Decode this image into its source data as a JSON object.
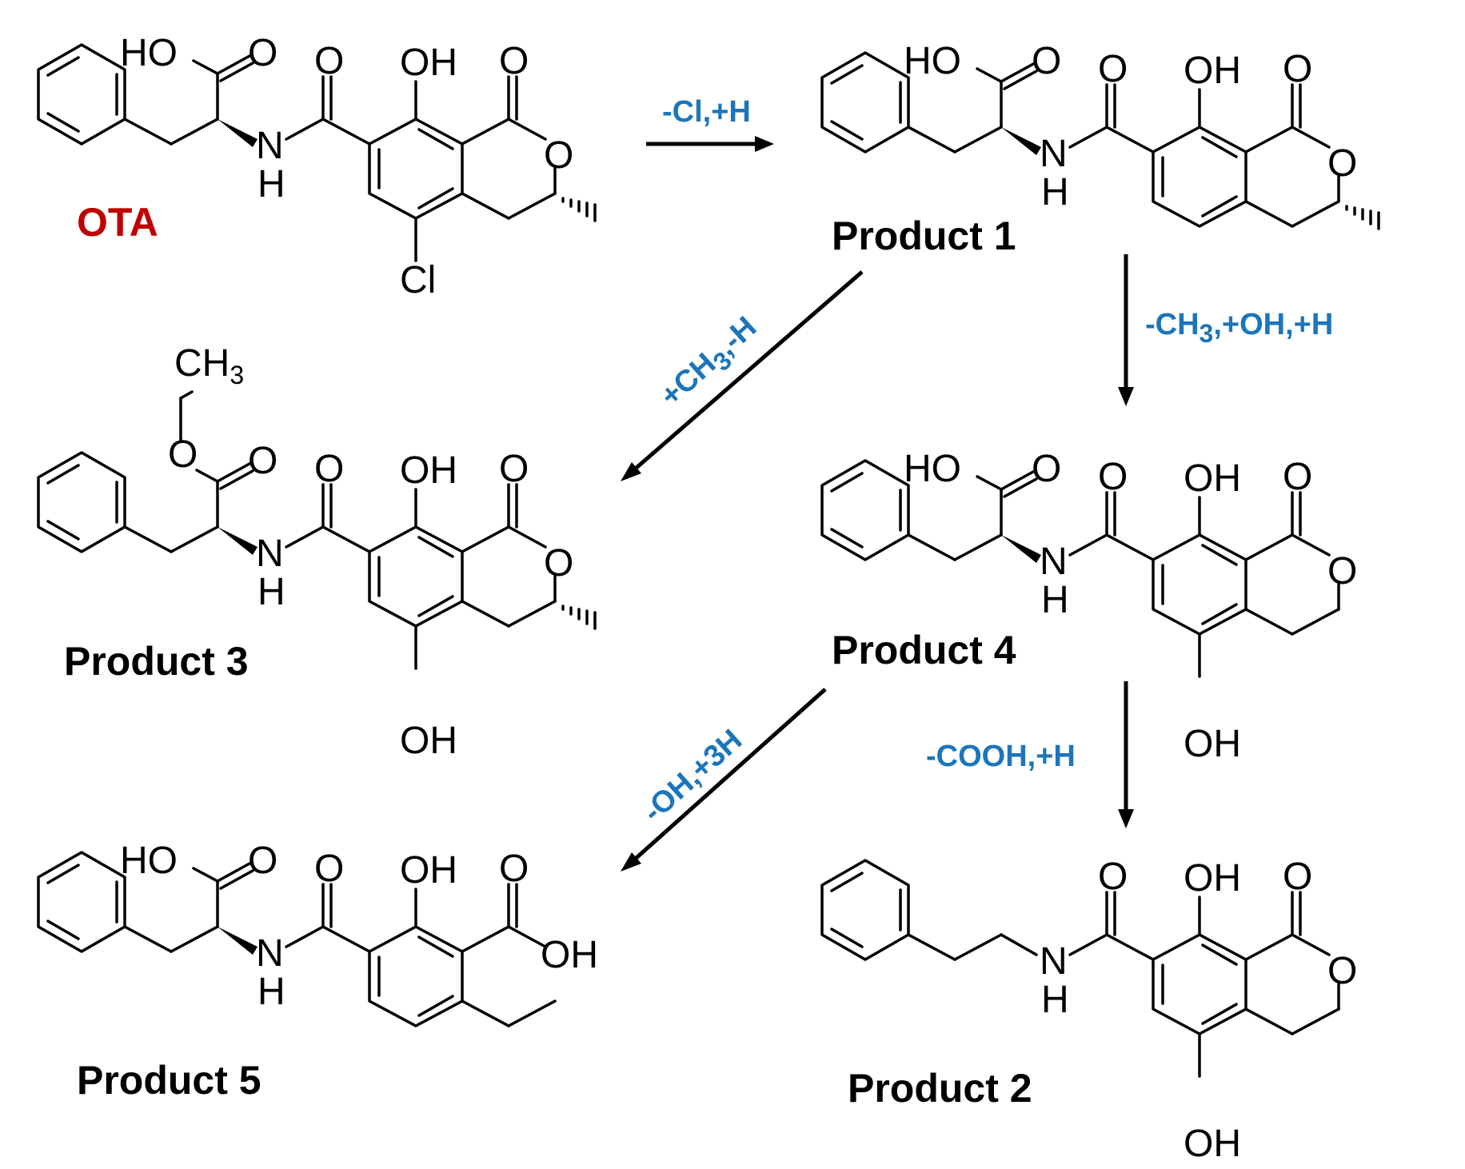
{
  "colors": {
    "ota": "#c00000",
    "reaction": "#1b75bb",
    "structure": "#000000"
  },
  "atom_labels": {
    "HO": "HO",
    "O": "O",
    "OH": "OH",
    "N": "N",
    "H": "H",
    "Cl": "Cl",
    "CH": "CH",
    "sub3": "3"
  },
  "compounds": {
    "ota": "OTA",
    "p1": "Product 1",
    "p2": "Product 2",
    "p3": "Product 3",
    "p4": "Product 4",
    "p5": "Product 5"
  },
  "reactions": {
    "ota_to_p1": "-Cl,+H",
    "p1_to_p3_a": "+CH",
    "p1_to_p3_sub": "3",
    "p1_to_p3_b": ",-H",
    "p1_to_p4_a": "-CH",
    "p1_to_p4_sub": "3",
    "p1_to_p4_b": ",+OH,+H",
    "p4_to_p5": "-OH,+3H",
    "p4_to_p2": "-COOH,+H"
  }
}
